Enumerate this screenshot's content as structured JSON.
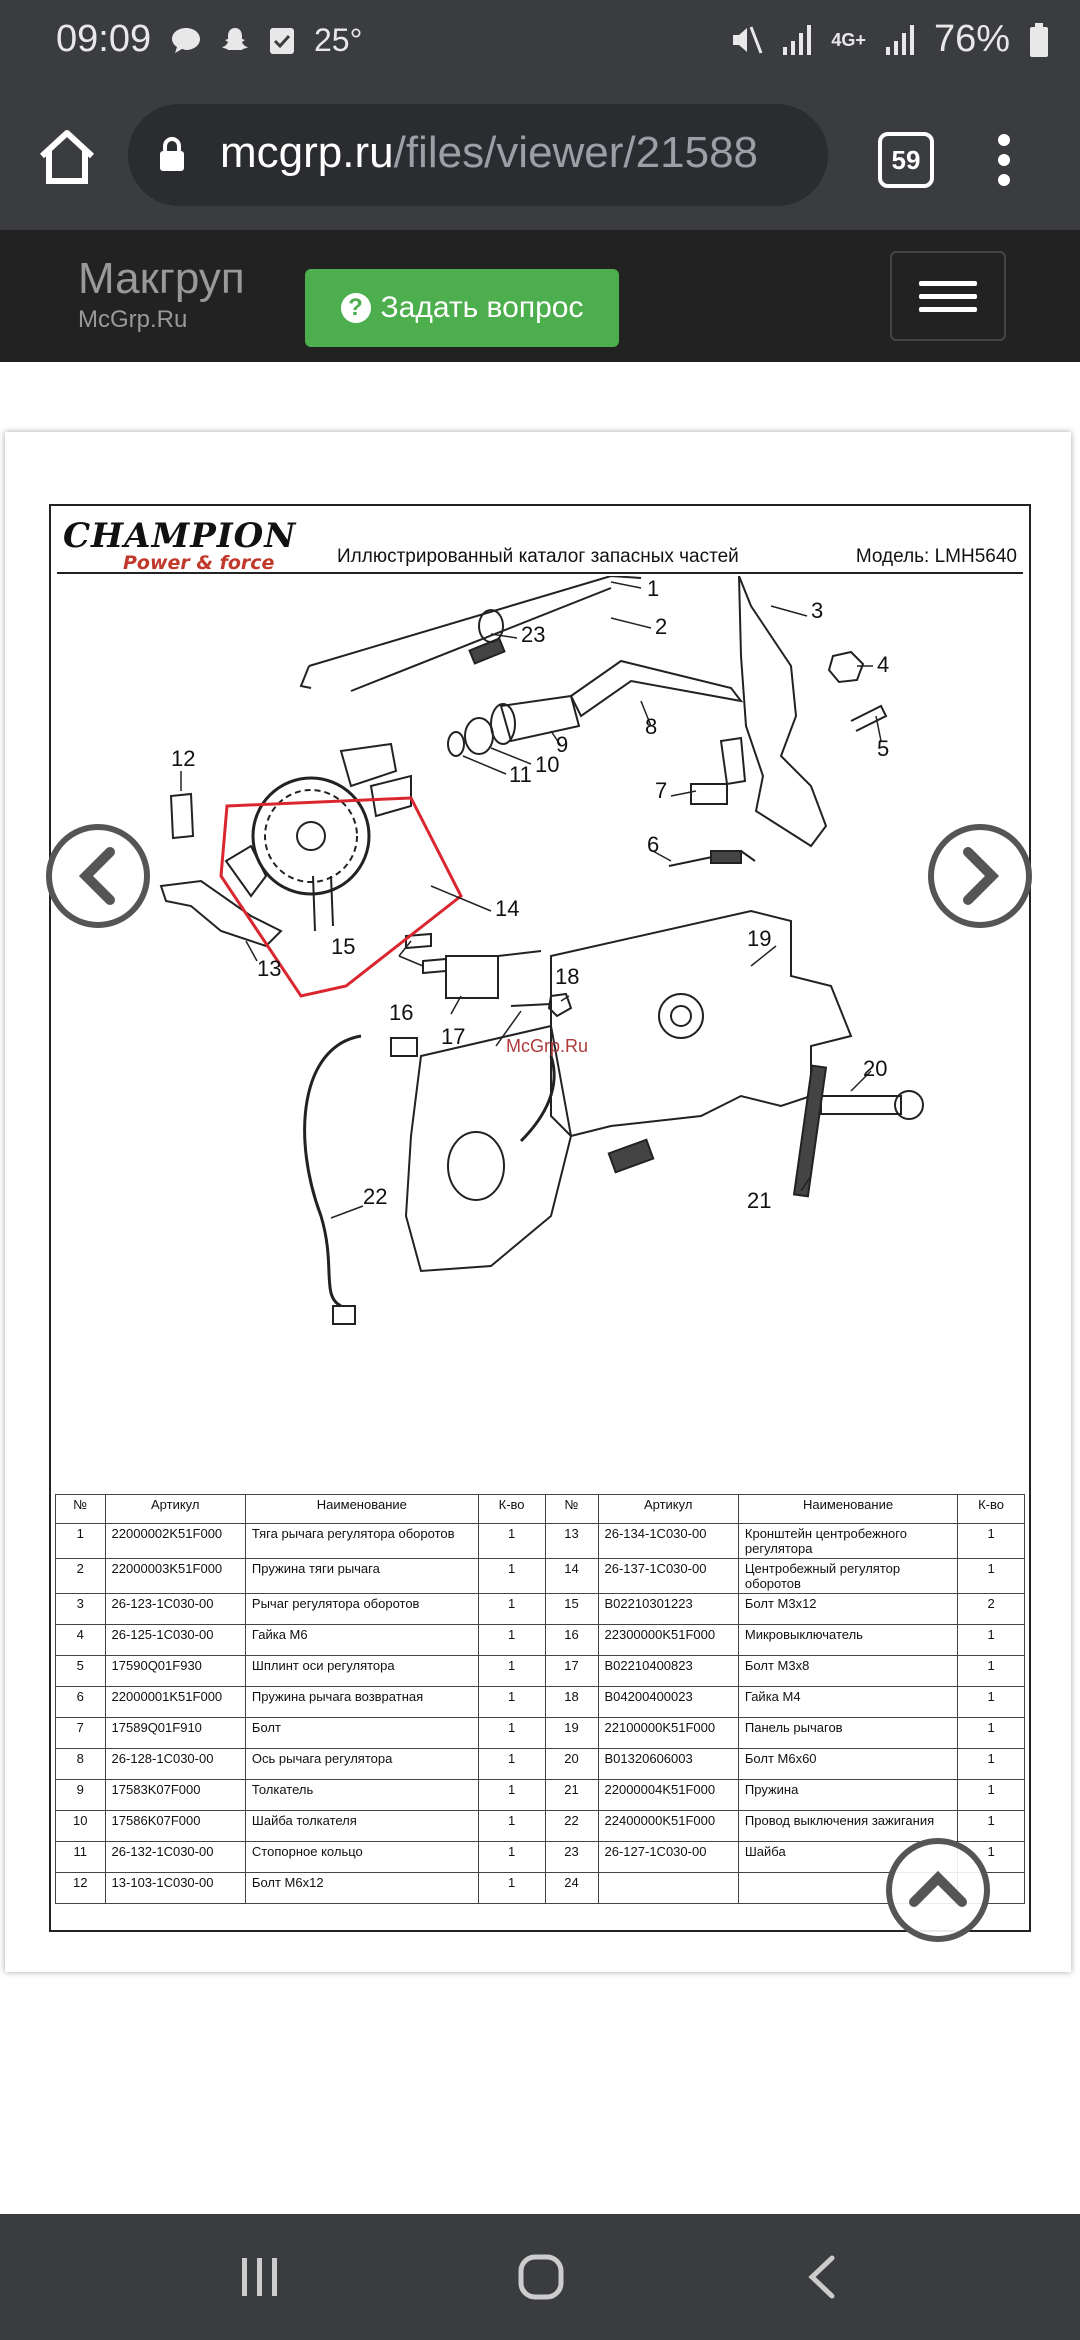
{
  "status": {
    "time": "09:09",
    "temperature": "25°",
    "network": "4G+",
    "battery": "76%",
    "notification_icons": [
      "message-icon",
      "snapchat-icon",
      "task-icon"
    ],
    "system_icons": [
      "mute-icon",
      "signal-icon",
      "signal-icon",
      "battery-icon"
    ]
  },
  "browser": {
    "url_domain": "mcgrp.ru",
    "url_path": "/files/viewer/21588",
    "tab_count": "59"
  },
  "site": {
    "brand_name": "Макгруп",
    "brand_sub": "McGrp.Ru",
    "ask_button": "Задать вопрос"
  },
  "catalog": {
    "logo_big": "CHAMPION",
    "logo_small": "Power & force",
    "title": "Иллюстрированный каталог запасных частей",
    "model": "Модель: LMH5640",
    "watermark": "McGrp.Ru",
    "callouts": [
      "1",
      "2",
      "3",
      "4",
      "5",
      "6",
      "7",
      "8",
      "9",
      "10",
      "11",
      "12",
      "13",
      "14",
      "15",
      "16",
      "17",
      "18",
      "19",
      "20",
      "21",
      "22",
      "23"
    ],
    "table_headers": [
      "№",
      "Артикул",
      "Наименование",
      "К-во",
      "№",
      "Артикул",
      "Наименование",
      "К-во"
    ],
    "rows": [
      {
        "n1": "1",
        "a1": "22000002K51F000",
        "name1": "Тяга рычага регулятора оборотов",
        "q1": "1",
        "n2": "13",
        "a2": "26-134-1C030-00",
        "name2": "Кронштейн центробежного регулятора",
        "q2": "1"
      },
      {
        "n1": "2",
        "a1": "22000003K51F000",
        "name1": "Пружина тяги рычага",
        "q1": "1",
        "n2": "14",
        "a2": "26-137-1C030-00",
        "name2": "Центробежный регулятор оборотов",
        "q2": "1"
      },
      {
        "n1": "3",
        "a1": "26-123-1C030-00",
        "name1": "Рычаг регулятора оборотов",
        "q1": "1",
        "n2": "15",
        "a2": "B02210301223",
        "name2": "Болт M3x12",
        "q2": "2"
      },
      {
        "n1": "4",
        "a1": "26-125-1C030-00",
        "name1": "Гайка M6",
        "q1": "1",
        "n2": "16",
        "a2": "22300000K51F000",
        "name2": "Микровыключатель",
        "q2": "1"
      },
      {
        "n1": "5",
        "a1": "17590Q01F930",
        "name1": "Шплинт оси регулятора",
        "q1": "1",
        "n2": "17",
        "a2": "B02210400823",
        "name2": "Болт M3x8",
        "q2": "1"
      },
      {
        "n1": "6",
        "a1": "22000001K51F000",
        "name1": "Пружина рычага возвратная",
        "q1": "1",
        "n2": "18",
        "a2": "B04200400023",
        "name2": "Гайка M4",
        "q2": "1"
      },
      {
        "n1": "7",
        "a1": "17589Q01F910",
        "name1": "Болт",
        "q1": "1",
        "n2": "19",
        "a2": "22100000K51F000",
        "name2": "Панель рычагов",
        "q2": "1"
      },
      {
        "n1": "8",
        "a1": "26-128-1C030-00",
        "name1": "Ось рычага регулятора",
        "q1": "1",
        "n2": "20",
        "a2": "B01320606003",
        "name2": "Болт M6x60",
        "q2": "1"
      },
      {
        "n1": "9",
        "a1": "17583K07F000",
        "name1": "Толкатель",
        "q1": "1",
        "n2": "21",
        "a2": "22000004K51F000",
        "name2": "Пружина",
        "q2": "1"
      },
      {
        "n1": "10",
        "a1": "17586K07F000",
        "name1": "Шайба толкателя",
        "q1": "1",
        "n2": "22",
        "a2": "22400000K51F000",
        "name2": "Провод выключения зажигания",
        "q2": "1"
      },
      {
        "n1": "11",
        "a1": "26-132-1C030-00",
        "name1": "Стопорное кольцо",
        "q1": "1",
        "n2": "23",
        "a2": "26-127-1C030-00",
        "name2": "Шайба",
        "q2": "1"
      },
      {
        "n1": "12",
        "a1": "13-103-1C030-00",
        "name1": "Болт M6x12",
        "q1": "1",
        "n2": "24",
        "a2": "",
        "name2": "",
        "q2": ""
      }
    ]
  },
  "colors": {
    "chrome": "#3a3c3f",
    "site_header": "#222222",
    "ask_button": "#4cae4c",
    "highlight_frame": "#d9262f"
  }
}
